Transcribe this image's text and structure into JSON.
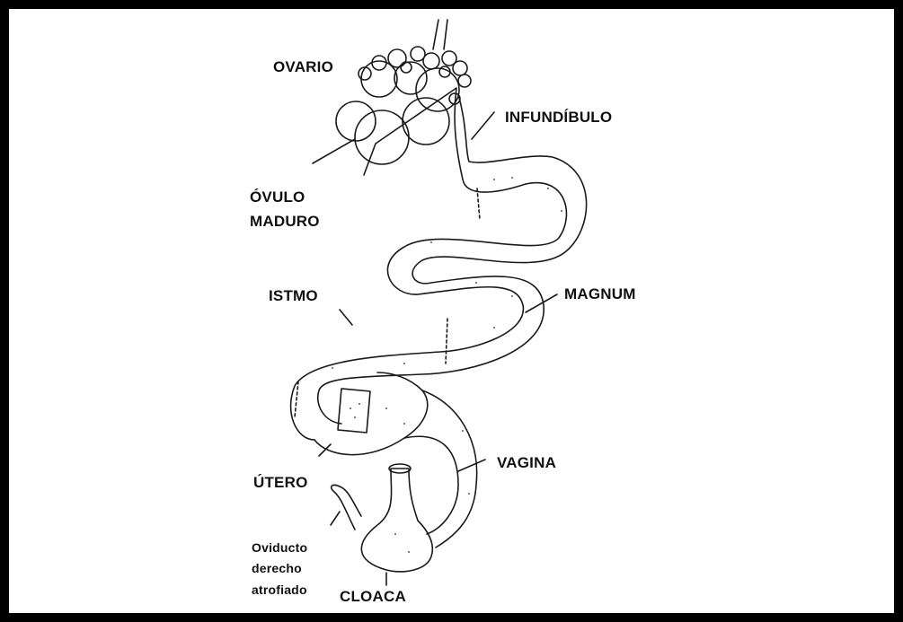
{
  "labels": {
    "ovario": "OVARIO",
    "infundibulo": "INFUNDÍBULO",
    "ovulo_line1": "ÓVULO",
    "ovulo_line2": "MADURO",
    "istmo": "ISTMO",
    "magnum": "MAGNUM",
    "utero": "ÚTERO",
    "vagina": "VAGINA",
    "oviducto_line1": "Oviducto",
    "oviducto_line2": "derecho",
    "oviducto_line3": "atrofiado",
    "cloaca": "CLOACA"
  },
  "colors": {
    "background": "#000000",
    "panel": "#ffffff",
    "ink": "#1a1a1a"
  }
}
